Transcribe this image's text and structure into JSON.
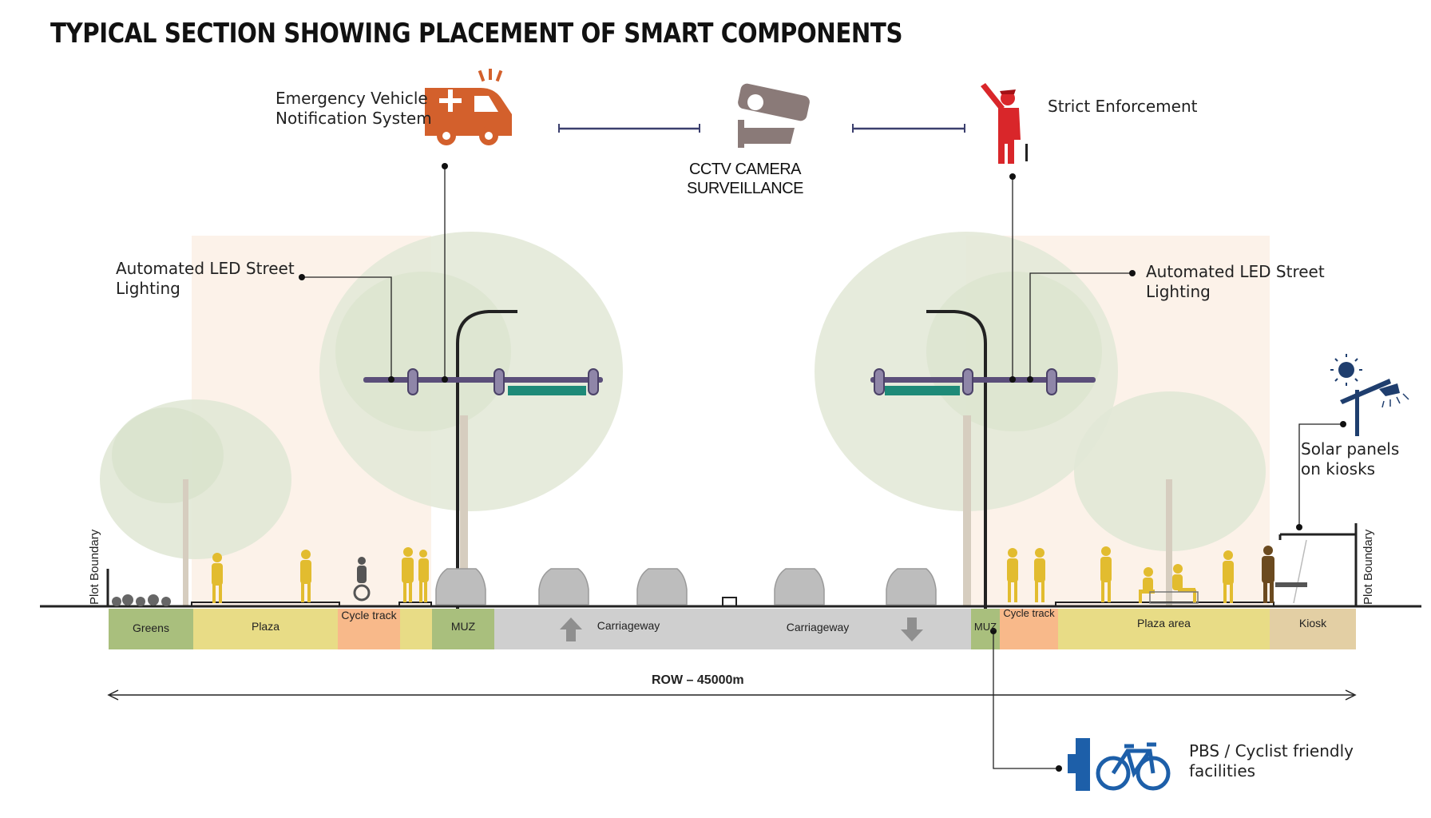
{
  "title": "TYPICAL SECTION SHOWING PLACEMENT OF SMART COMPONENTS",
  "labels": {
    "emergency": [
      "Emergency Vehicle",
      "Notification System"
    ],
    "cctv": [
      "CCTV CAMERA",
      "SURVEILLANCE"
    ],
    "enforcement": "Strict Enforcement",
    "led_left": [
      "Automated LED Street",
      "Lighting"
    ],
    "led_right": [
      "Automated LED Street",
      "Lighting"
    ],
    "solar": [
      "Solar panels",
      "on kiosks"
    ],
    "pbs": [
      "PBS / Cyclist friendly",
      "facilities"
    ],
    "plot_left": "Plot Boundary",
    "plot_right": "Plot Boundary",
    "row": "ROW – 45000m"
  },
  "segments": [
    {
      "label": "Greens",
      "color": "#a9bf7d"
    },
    {
      "label": "Plaza",
      "color": "#e8dc86"
    },
    {
      "label": "Cycle track",
      "color": "#f8b98a"
    },
    {
      "label": "",
      "color": "#e8dc86"
    },
    {
      "label": "MUZ",
      "color": "#a9bf7d"
    },
    {
      "label": "Carriageway",
      "color": "#cfcfcf"
    },
    {
      "label": "Carriageway",
      "color": "#cfcfcf"
    },
    {
      "label": "MUZ",
      "color": "#a9bf7d"
    },
    {
      "label": "Cycle track",
      "color": "#f8b98a"
    },
    {
      "label": "Plaza area",
      "color": "#e8dc86"
    },
    {
      "label": "Kiosk",
      "color": "#e3cfa4"
    }
  ],
  "colors": {
    "emergency_icon": "#d3602c",
    "cctv_icon": "#8a7a78",
    "police_icon": "#d9262a",
    "gantry": "#5b4f7a",
    "sign": "#1e8a78",
    "pbs_icon": "#1d5fa9",
    "solar_icon": "#1f3e6e",
    "people": "#e2bc2f",
    "cars": "#b8b8b8",
    "tree": "#dfe7d3"
  }
}
